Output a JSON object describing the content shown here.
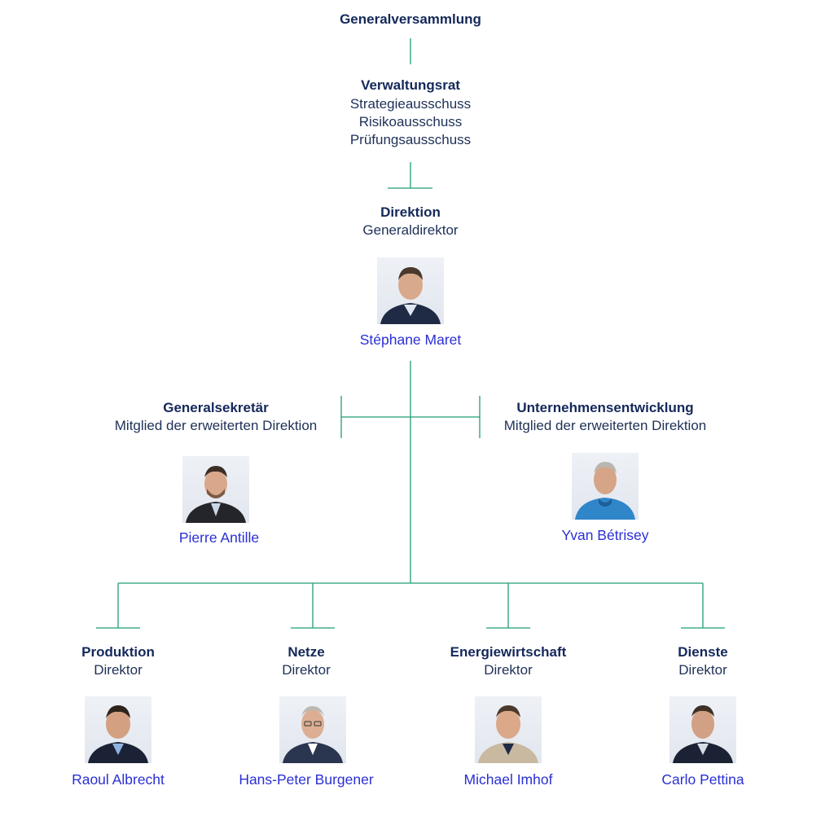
{
  "org": {
    "assembly": "Generalversammlung",
    "board": {
      "title": "Verwaltungsrat",
      "committees": [
        "Strategieausschuss",
        "Risikoausschuss",
        "Prüfungsausschuss"
      ]
    },
    "direction": {
      "title": "Direktion",
      "role": "Generaldirektor",
      "person": "Stéphane Maret",
      "photo_icon": "person-photo"
    },
    "secretary": {
      "title": "Generalsekretär",
      "role": "Mitglied der erweiterten Direktion",
      "person": "Pierre Antille",
      "photo_icon": "person-photo"
    },
    "development": {
      "title": "Unternehmensentwicklung",
      "role": "Mitglied der erweiterten Direktion",
      "person": "Yvan Bétrisey",
      "photo_icon": "person-photo"
    },
    "departments": [
      {
        "title": "Produktion",
        "role": "Direktor",
        "person": "Raoul Albrecht",
        "photo_icon": "person-photo"
      },
      {
        "title": "Netze",
        "role": "Direktor",
        "person": "Hans-Peter Burgener",
        "photo_icon": "person-photo"
      },
      {
        "title": "Energiewirtschaft",
        "role": "Direktor",
        "person": "Michael Imhof",
        "photo_icon": "person-photo"
      },
      {
        "title": "Dienste",
        "role": "Direktor",
        "person": "Carlo Pettina",
        "photo_icon": "person-photo"
      }
    ]
  },
  "colors": {
    "connector": "#1f9e74",
    "heading": "#14285a",
    "text": "#1e3057",
    "name_link": "#2a2fd4"
  }
}
